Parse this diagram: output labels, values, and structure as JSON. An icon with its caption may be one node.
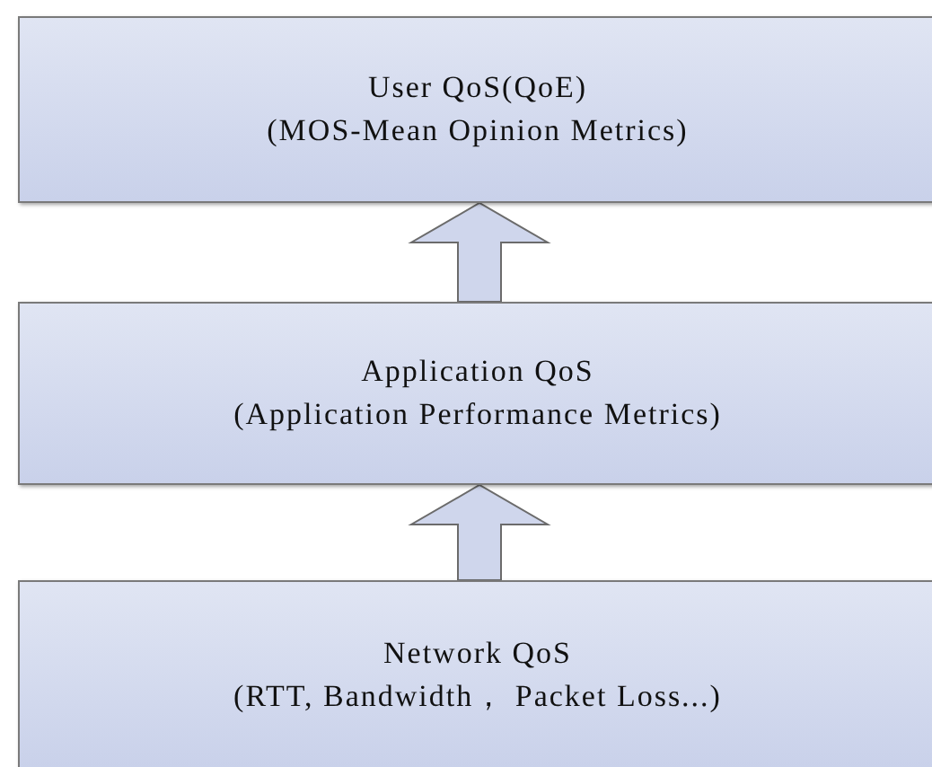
{
  "diagram": {
    "nodes": [
      {
        "text": [
          "User QoS(QoE)",
          "(MOS-Mean Opinion Metrics)"
        ]
      },
      {
        "text": [
          "Application QoS",
          "(Application Performance Metrics)"
        ]
      },
      {
        "text": [
          "Network QoS",
          "(RTT, Bandwidth， Packet Loss...)"
        ]
      }
    ],
    "edges": [
      {
        "from": 1,
        "to": 0,
        "arrow": "to"
      },
      {
        "from": 2,
        "to": 1,
        "arrow": "to"
      }
    ]
  }
}
